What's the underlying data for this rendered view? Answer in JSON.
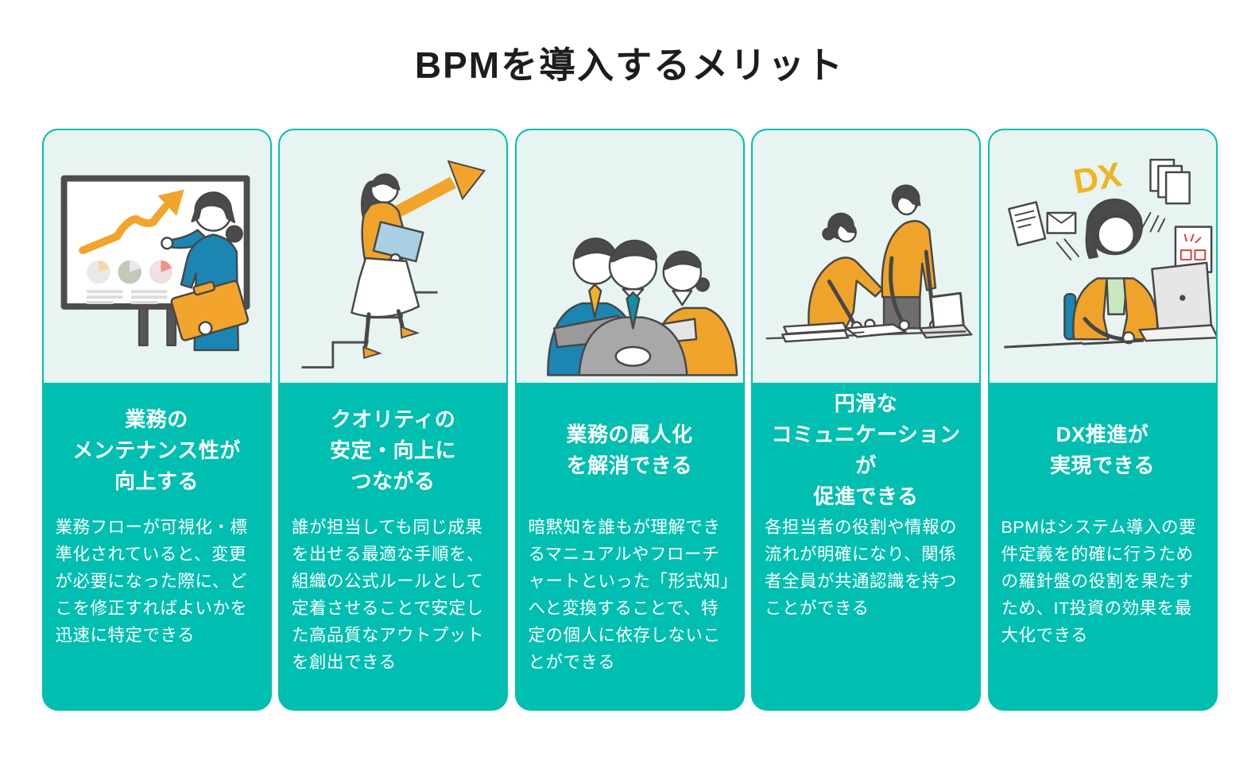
{
  "page": {
    "title": "BPMを導入するメリット"
  },
  "colors": {
    "accent_teal": "#00BFB0",
    "light_mint": "#E7F4F1",
    "illustration_orange": "#F2A42C",
    "illustration_blue": "#1B86B3",
    "illustration_gray": "#A8A8A8",
    "card_text": "#FFFFFF",
    "title_text": "#1D1D1D"
  },
  "cards": [
    {
      "icon": "whiteboard-presentation-illustration",
      "title": "業務の\nメンテナンス性が\n向上する",
      "body": "業務フローが可視化・標準化されていると、変更が必要になった際に、どこを修正すればよいかを迅速に特定できる"
    },
    {
      "icon": "climbing-stairs-illustration",
      "title": "クオリティの\n安定・向上に\nつながる",
      "body": "誰が担当しても同じ成果を出せる最適な手順を、組織の公式ルールとして定着させることで安定した高品質なアウトプットを創出できる"
    },
    {
      "icon": "business-team-illustration",
      "title": "業務の属人化\nを解消できる",
      "body": "暗黙知を誰もが理解できるマニュアルやフローチャートといった「形式知」へと変換することで、特定の個人に依存しないことができる"
    },
    {
      "icon": "desk-collaboration-illustration",
      "title": "円滑な\nコミュニケーションが\n促進できる",
      "body": "各担当者の役割や情報の流れが明確になり、関係者全員が共通認識を持つことができる"
    },
    {
      "icon": "dx-laptop-illustration",
      "title": "DX推進が\n実現できる",
      "body": "BPMはシステム導入の要件定義を的確に行うための羅針盤の役割を果たすため、IT投資の効果を最大化できる"
    }
  ],
  "illustration_labels": {
    "dx_text": "DX"
  }
}
